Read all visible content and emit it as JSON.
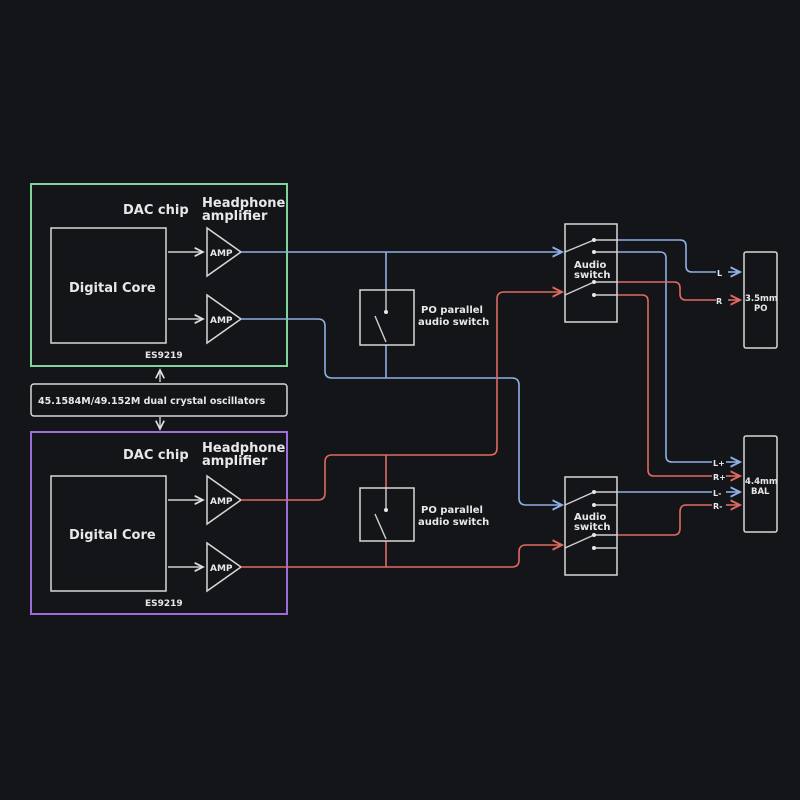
{
  "colors": {
    "background": "#141519",
    "chip1_border": "#7fd39b",
    "chip2_border": "#9a6fd8",
    "left_channel": "#8fb0e6",
    "right_channel": "#e06a62",
    "neutral": "#d8d8d8"
  },
  "chips": [
    {
      "title": "DAC chip",
      "amp_title_line1": "Headphone",
      "amp_title_line2": "amplifier",
      "core_label": "Digital Core",
      "model": "ES9219",
      "amp_label": "AMP"
    },
    {
      "title": "DAC chip",
      "amp_title_line1": "Headphone",
      "amp_title_line2": "amplifier",
      "core_label": "Digital Core",
      "model": "ES9219",
      "amp_label": "AMP"
    }
  ],
  "oscillator": {
    "label": "45.1584M/49.152M dual crystal oscillators"
  },
  "po_switches": [
    {
      "line1": "PO parallel",
      "line2": "audio switch"
    },
    {
      "line1": "PO parallel",
      "line2": "audio switch"
    }
  ],
  "audio_switches": [
    {
      "line1": "Audio",
      "line2": "switch"
    },
    {
      "line1": "Audio",
      "line2": "switch"
    }
  ],
  "outputs": [
    {
      "line1": "3.5mm",
      "line2": "PO",
      "pins": [
        "L",
        "R"
      ]
    },
    {
      "line1": "4.4mm",
      "line2": "BAL",
      "pins": [
        "L+",
        "R+",
        "L-",
        "R-"
      ]
    }
  ]
}
